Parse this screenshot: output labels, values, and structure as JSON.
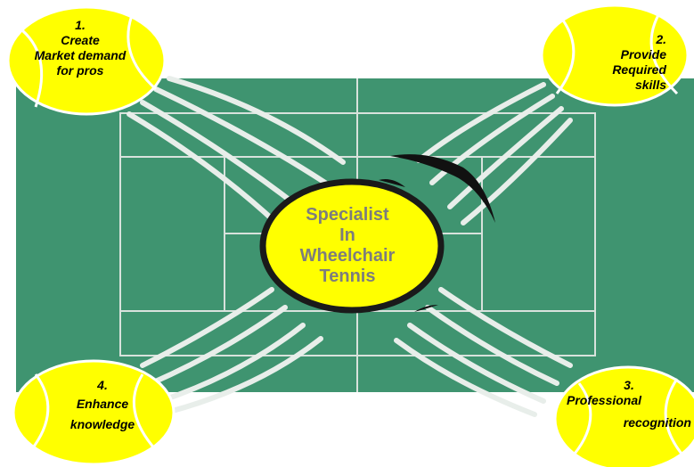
{
  "center": {
    "line1": "Specialist",
    "line2": "In",
    "line3": "Wheelchair",
    "line4": "Tennis"
  },
  "balls": [
    {
      "number": "1.",
      "lines": [
        "Create",
        "Market demand",
        "for pros"
      ]
    },
    {
      "number": "2.",
      "lines": [
        "Provide",
        "Required",
        "skills"
      ]
    },
    {
      "number": "3.",
      "lines": [
        "Professional",
        "recognition"
      ]
    },
    {
      "number": "4.",
      "lines": [
        "Enhance",
        "knowledge"
      ]
    }
  ],
  "colors": {
    "court": "#3f9470",
    "court_lines": "#d8e2dc",
    "ball": "#ffff00",
    "streaks": "#e8eeea",
    "center_text": "#7d7d7d"
  }
}
